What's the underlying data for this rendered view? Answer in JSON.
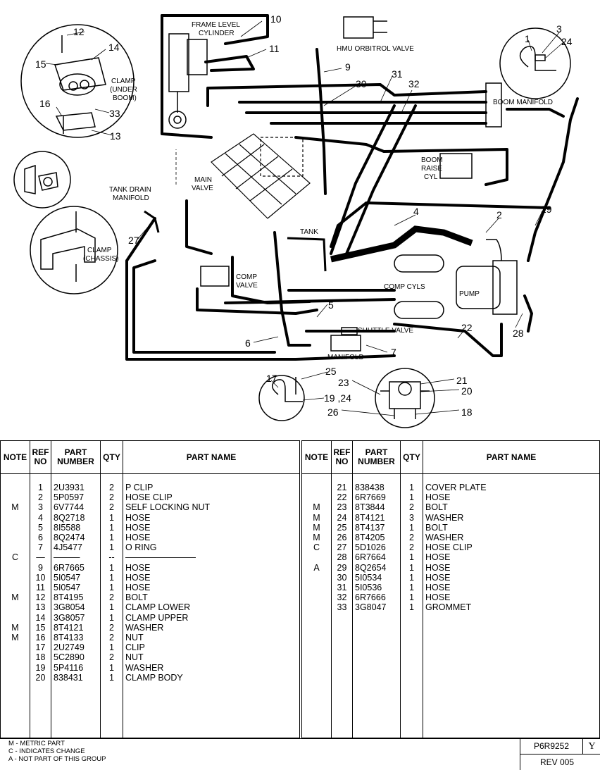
{
  "diagram": {
    "labels": {
      "frame_level_cylinder_1": "FRAME LEVEL",
      "frame_level_cylinder_2": "CYLINDER",
      "hmu_orbitrol_valve": "HMU ORBITROL VALVE",
      "boom_manifold": "BOOM MANIFOLD",
      "boom_raise_cyl_1": "BOOM",
      "boom_raise_cyl_2": "RAISE",
      "boom_raise_cyl_3": "CYL",
      "main_valve_1": "MAIN",
      "main_valve_2": "VALVE",
      "tank_drain_manifold_1": "TANK DRAIN",
      "tank_drain_manifold_2": "MANIFOLD",
      "tank": "TANK",
      "comp_valve_1": "COMP",
      "comp_valve_2": "VALVE",
      "comp_cyls": "COMP CYLS",
      "pump": "PUMP",
      "shuttle_valve": "SHUTTLE VALVE",
      "manifold": "MANIFOLD",
      "clamp_under_boom_1": "CLAMP",
      "clamp_under_boom_2": "(UNDER",
      "clamp_under_boom_3": "BOOM)",
      "clamp_chassis_1": "CLAMP",
      "clamp_chassis_2": "(CHASSIS)"
    },
    "callouts": {
      "c1": "1",
      "c2": "2",
      "c3": "3",
      "c4": "4",
      "c5": "5",
      "c6": "6",
      "c7": "7",
      "c9": "9",
      "c10": "10",
      "c11": "11",
      "c12": "12",
      "c13": "13",
      "c14": "14",
      "c15": "15",
      "c16": "16",
      "c17": "17",
      "c18": "18",
      "c19_24": "19 ,24",
      "c20": "20",
      "c21": "21",
      "c22": "22",
      "c23": "23",
      "c24": "24",
      "c25": "25",
      "c26": "26",
      "c27": "27",
      "c28": "28",
      "c29": "29",
      "c30": "30",
      "c31": "31",
      "c32": "32",
      "c33": "33"
    }
  },
  "table_headers": {
    "note": "NOTE",
    "ref_no": "REF NO",
    "part_number": "PART NUMBER",
    "qty": "QTY",
    "part_name": "PART NAME"
  },
  "parts_left": [
    {
      "note": "",
      "ref": "1",
      "part": "2U3931",
      "qty": "2",
      "name": "P CLIP"
    },
    {
      "note": "",
      "ref": "2",
      "part": "5P0597",
      "qty": "2",
      "name": "HOSE CLIP"
    },
    {
      "note": "M",
      "ref": "3",
      "part": "6V7744",
      "qty": "2",
      "name": "SELF LOCKING NUT"
    },
    {
      "note": "",
      "ref": "4",
      "part": "8Q2718",
      "qty": "1",
      "name": "HOSE"
    },
    {
      "note": "",
      "ref": "5",
      "part": "8I5588",
      "qty": "1",
      "name": "HOSE"
    },
    {
      "note": "",
      "ref": "6",
      "part": "8Q2474",
      "qty": "1",
      "name": "HOSE"
    },
    {
      "note": "",
      "ref": "7",
      "part": "4J5477",
      "qty": "1",
      "name": "O RING"
    },
    {
      "note": "C",
      "ref": "—",
      "part": "———",
      "qty": "--",
      "name": "————————"
    },
    {
      "note": "",
      "ref": "9",
      "part": "6R7665",
      "qty": "1",
      "name": "HOSE"
    },
    {
      "note": "",
      "ref": "10",
      "part": "5I0547",
      "qty": "1",
      "name": "HOSE"
    },
    {
      "note": "",
      "ref": "11",
      "part": "5I0547",
      "qty": "1",
      "name": "HOSE"
    },
    {
      "note": "M",
      "ref": "12",
      "part": "8T4195",
      "qty": "2",
      "name": "BOLT"
    },
    {
      "note": "",
      "ref": "13",
      "part": "3G8054",
      "qty": "1",
      "name": "CLAMP LOWER"
    },
    {
      "note": "",
      "ref": "14",
      "part": "3G8057",
      "qty": "1",
      "name": "CLAMP UPPER"
    },
    {
      "note": "M",
      "ref": "15",
      "part": "8T4121",
      "qty": "2",
      "name": "WASHER"
    },
    {
      "note": "M",
      "ref": "16",
      "part": "8T4133",
      "qty": "2",
      "name": "NUT"
    },
    {
      "note": "",
      "ref": "17",
      "part": "2U2749",
      "qty": "1",
      "name": "CLIP"
    },
    {
      "note": "",
      "ref": "18",
      "part": "5C2890",
      "qty": "2",
      "name": "NUT"
    },
    {
      "note": "",
      "ref": "19",
      "part": "5P4116",
      "qty": "1",
      "name": "WASHER"
    },
    {
      "note": "",
      "ref": "20",
      "part": "838431",
      "qty": "1",
      "name": "CLAMP BODY"
    }
  ],
  "parts_right": [
    {
      "note": "",
      "ref": "21",
      "part": "838438",
      "qty": "1",
      "name": "COVER PLATE"
    },
    {
      "note": "",
      "ref": "22",
      "part": "6R7669",
      "qty": "1",
      "name": "HOSE"
    },
    {
      "note": "M",
      "ref": "23",
      "part": "8T3844",
      "qty": "2",
      "name": "BOLT"
    },
    {
      "note": "M",
      "ref": "24",
      "part": "8T4121",
      "qty": "3",
      "name": "WASHER"
    },
    {
      "note": "M",
      "ref": "25",
      "part": "8T4137",
      "qty": "1",
      "name": "BOLT"
    },
    {
      "note": "M",
      "ref": "26",
      "part": "8T4205",
      "qty": "2",
      "name": "WASHER"
    },
    {
      "note": "C",
      "ref": "27",
      "part": "5D1026",
      "qty": "2",
      "name": "HOSE CLIP"
    },
    {
      "note": "",
      "ref": "28",
      "part": "6R7664",
      "qty": "1",
      "name": "HOSE"
    },
    {
      "note": "A",
      "ref": "29",
      "part": "8Q2654",
      "qty": "1",
      "name": "HOSE"
    },
    {
      "note": "",
      "ref": "30",
      "part": "5I0534",
      "qty": "1",
      "name": "HOSE"
    },
    {
      "note": "",
      "ref": "31",
      "part": "5I0536",
      "qty": "1",
      "name": "HOSE"
    },
    {
      "note": "",
      "ref": "32",
      "part": "6R7666",
      "qty": "1",
      "name": "HOSE"
    },
    {
      "note": "",
      "ref": "33",
      "part": "3G8047",
      "qty": "1",
      "name": "GROMMET"
    }
  ],
  "legend": {
    "metric": "M - METRIC PART",
    "change": "C - INDICATES CHANGE",
    "not_part": "A - NOT PART OF THIS GROUP"
  },
  "footer": {
    "part_number": "P6R9252",
    "version": "Y",
    "revision": "REV 005"
  }
}
